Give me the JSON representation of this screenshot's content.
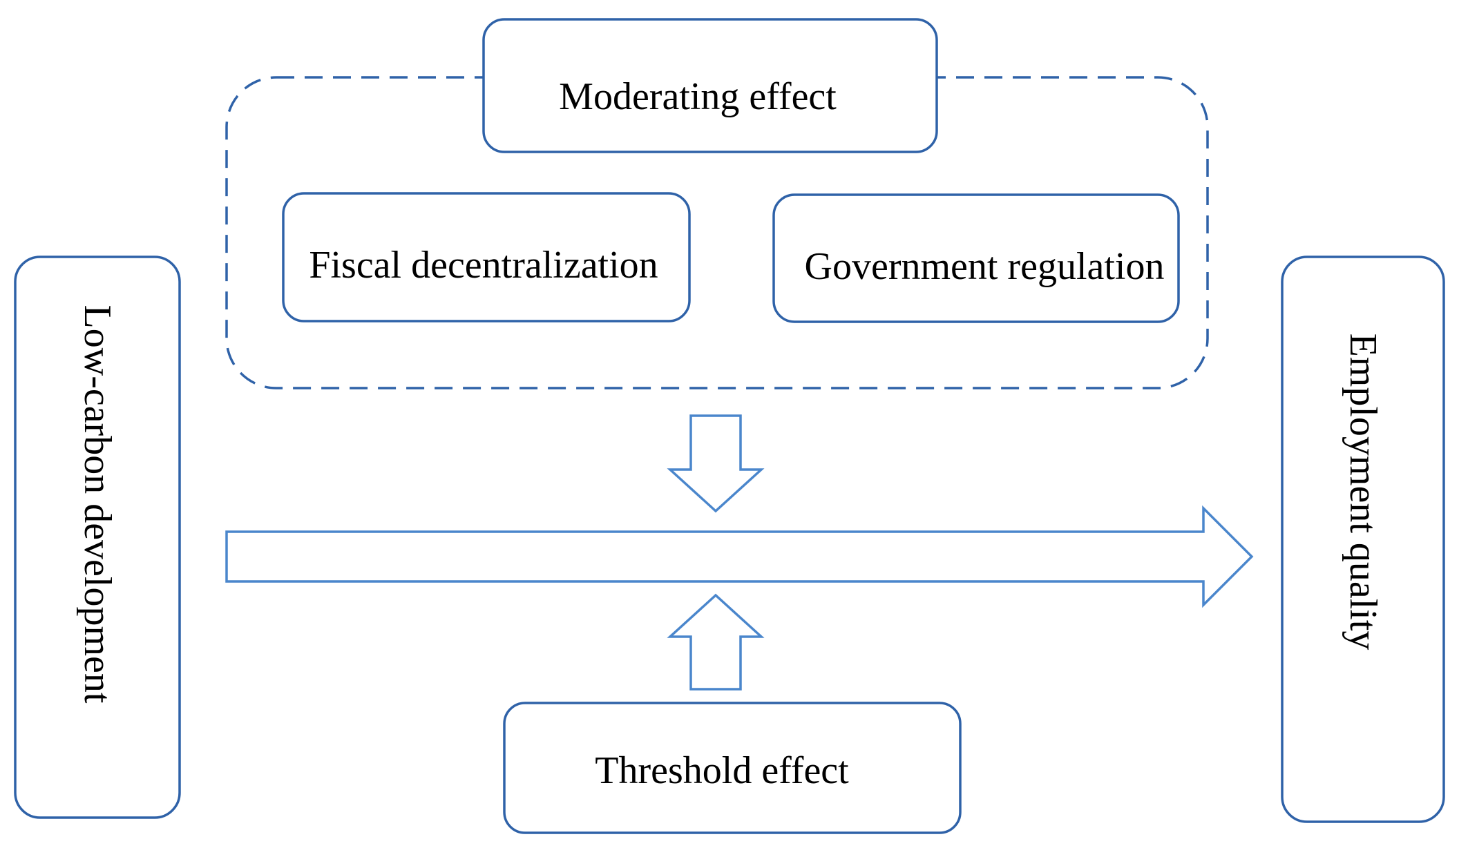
{
  "diagram": {
    "moderating_title": "Moderating effect",
    "moderators": [
      {
        "label": "Fiscal decentralization"
      },
      {
        "label": "Government regulation"
      }
    ],
    "left_node": "Low-carbon development",
    "right_node": "Employment quality",
    "threshold_title": "Threshold effect"
  },
  "colors": {
    "box_border": "#2f62a8",
    "arrow_border": "#4a86cc",
    "text": "#000000",
    "background": "#ffffff"
  }
}
